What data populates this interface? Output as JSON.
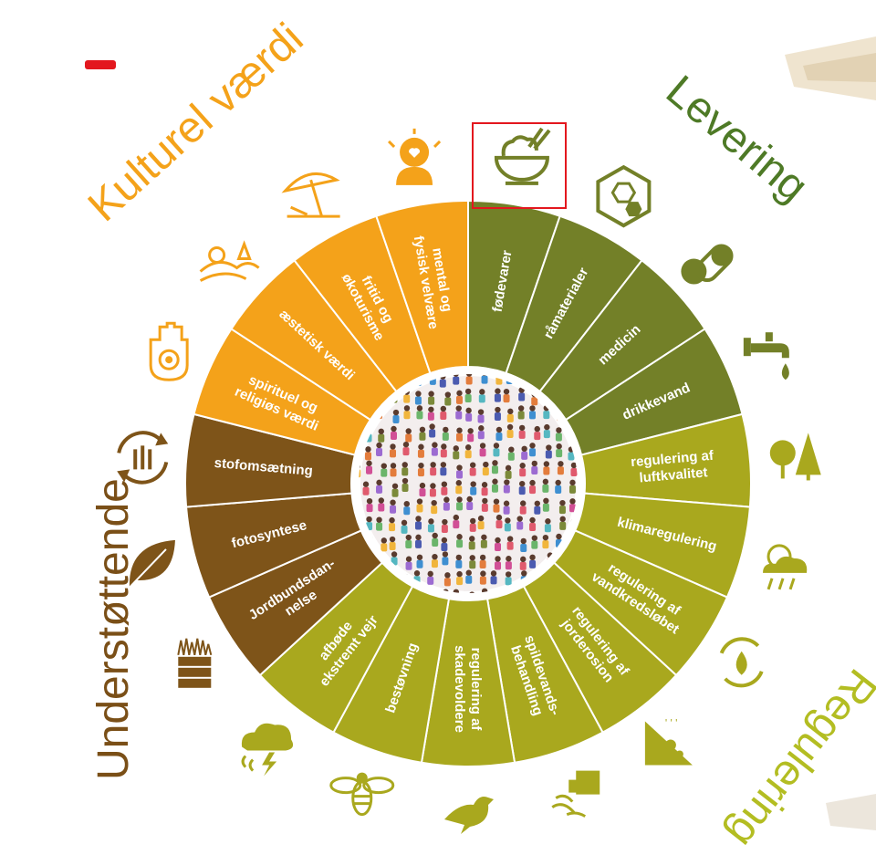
{
  "categories": {
    "cultural": {
      "title": "Kulturel værdi",
      "color": "#F4A21A"
    },
    "provisioning": {
      "title": "Levering",
      "color": "#4E7A26"
    },
    "regulating": {
      "title": "Regulering",
      "color": "#B3BD22"
    },
    "supporting": {
      "title": "Understøttende",
      "color": "#7A4F17"
    }
  },
  "segments": [
    {
      "lines": [
        "fødevarer"
      ],
      "color": "#738028",
      "icon": "rice-bowl-icon",
      "selected": true
    },
    {
      "lines": [
        "råmaterialer"
      ],
      "color": "#738028",
      "icon": "molecule-hexagon-icon"
    },
    {
      "lines": [
        "medicin"
      ],
      "color": "#738028",
      "icon": "pill-capsule-icon"
    },
    {
      "lines": [
        "drikkevand"
      ],
      "color": "#738028",
      "icon": "water-tap-icon"
    },
    {
      "lines": [
        "regulering af",
        "luftkvalitet"
      ],
      "color": "#A9A81E",
      "icon": "trees-icon"
    },
    {
      "lines": [
        "klimaregulering"
      ],
      "color": "#A9A81E",
      "icon": "sun-cloud-rain-icon"
    },
    {
      "lines": [
        "regulering af",
        "vandkredsløbet"
      ],
      "color": "#A9A81E",
      "icon": "water-cycle-icon"
    },
    {
      "lines": [
        "regulering af",
        "jorderosion"
      ],
      "color": "#A9A81E",
      "icon": "erosion-slope-icon"
    },
    {
      "lines": [
        "spildevands-",
        "behandling"
      ],
      "color": "#A9A81E",
      "icon": "waste-water-pipe-icon"
    },
    {
      "lines": [
        "regulering af",
        "skadevoldere"
      ],
      "color": "#A9A81E",
      "icon": "bird-icon"
    },
    {
      "lines": [
        "bestøvning"
      ],
      "color": "#A9A81E",
      "icon": "bee-icon"
    },
    {
      "lines": [
        "afbøde",
        "ekstremt vejr"
      ],
      "color": "#A9A81E",
      "icon": "storm-cloud-icon"
    },
    {
      "lines": [
        "Jordbundsdan-",
        "nelse"
      ],
      "color": "#7E5419",
      "icon": "soil-layers-icon"
    },
    {
      "lines": [
        "fotosyntese"
      ],
      "color": "#7E5419",
      "icon": "leaf-icon"
    },
    {
      "lines": [
        "stofomsætning"
      ],
      "color": "#7E5419",
      "icon": "nutrient-cycle-icon"
    },
    {
      "lines": [
        "spirituel og",
        "religiøs værdi"
      ],
      "color": "#F4A21A",
      "icon": "hamsa-hand-icon"
    },
    {
      "lines": [
        "æstetisk værdi"
      ],
      "color": "#F4A21A",
      "icon": "landscape-icon"
    },
    {
      "lines": [
        "fritid og",
        "økoturisme"
      ],
      "color": "#F4A21A",
      "icon": "beach-umbrella-icon"
    },
    {
      "lines": [
        "mental og",
        "fysisk velvære"
      ],
      "color": "#F4A21A",
      "icon": "wellbeing-person-icon"
    }
  ]
}
